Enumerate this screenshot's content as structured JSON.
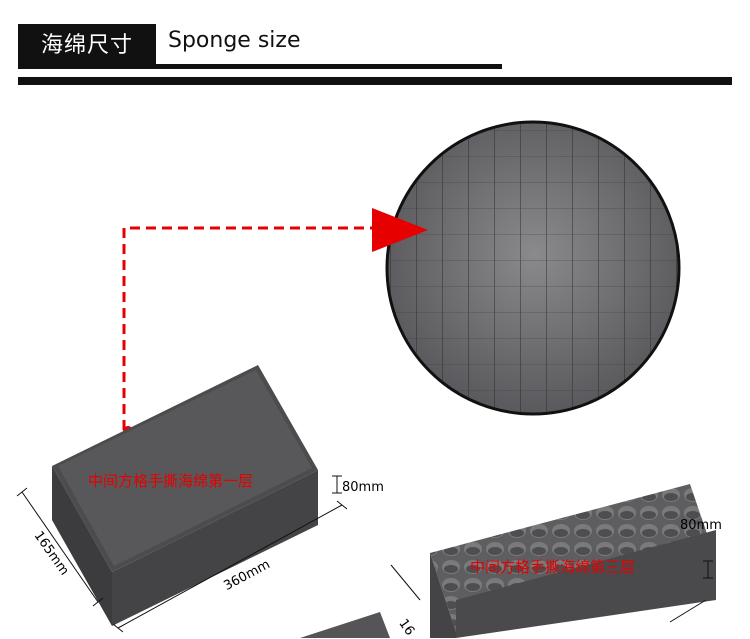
{
  "header": {
    "title_cn": "海绵尺寸",
    "title_en": "Sponge size"
  },
  "layer1": {
    "label": "中间方格手撕海绵第一层",
    "height_dim": "80mm",
    "length_dim": "360mm",
    "width_dim": "165mm"
  },
  "layer3": {
    "label": "中间方格手撕海绵第三层",
    "height_dim": "80mm",
    "width_dim": "16"
  },
  "colors": {
    "accent": "#e60000",
    "sponge": "#5a5a5c",
    "header": "#111111"
  }
}
